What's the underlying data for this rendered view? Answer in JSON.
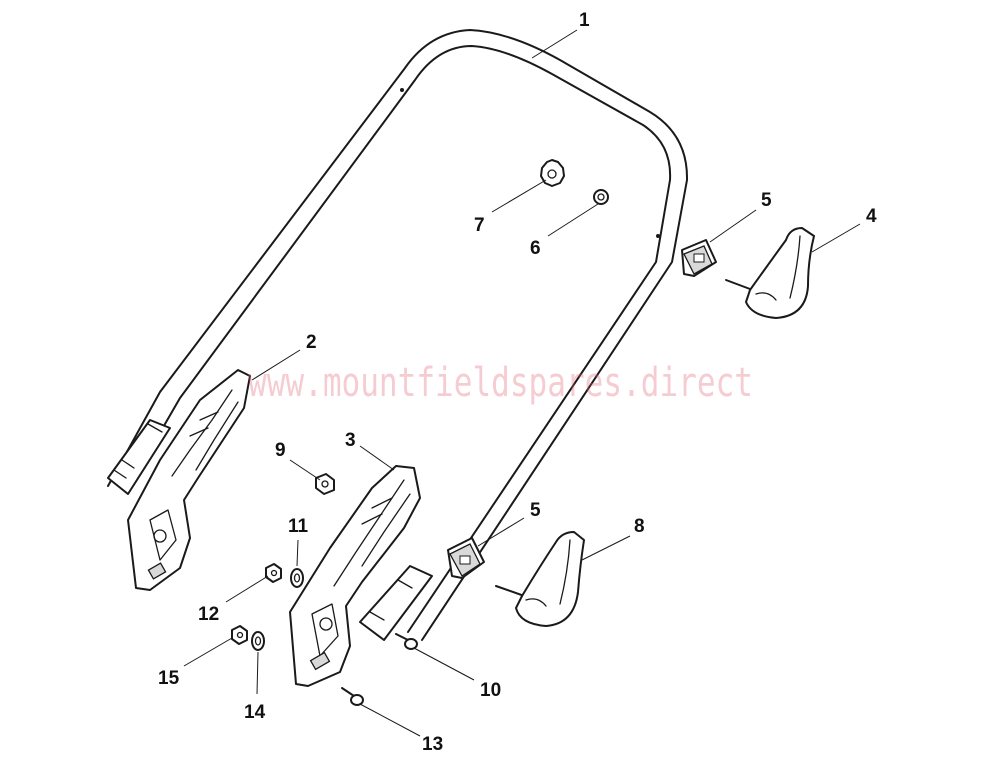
{
  "watermark": {
    "text": "www.mountfieldspares.direct",
    "color": "#e06070"
  },
  "callouts": [
    {
      "id": "1",
      "label": "1"
    },
    {
      "id": "2",
      "label": "2"
    },
    {
      "id": "3",
      "label": "3"
    },
    {
      "id": "4",
      "label": "4"
    },
    {
      "id": "5a",
      "label": "5"
    },
    {
      "id": "5b",
      "label": "5"
    },
    {
      "id": "6",
      "label": "6"
    },
    {
      "id": "7",
      "label": "7"
    },
    {
      "id": "8",
      "label": "8"
    },
    {
      "id": "9",
      "label": "9"
    },
    {
      "id": "10",
      "label": "10"
    },
    {
      "id": "11",
      "label": "11"
    },
    {
      "id": "12",
      "label": "12"
    },
    {
      "id": "13",
      "label": "13"
    },
    {
      "id": "14",
      "label": "14"
    },
    {
      "id": "15",
      "label": "15"
    }
  ]
}
